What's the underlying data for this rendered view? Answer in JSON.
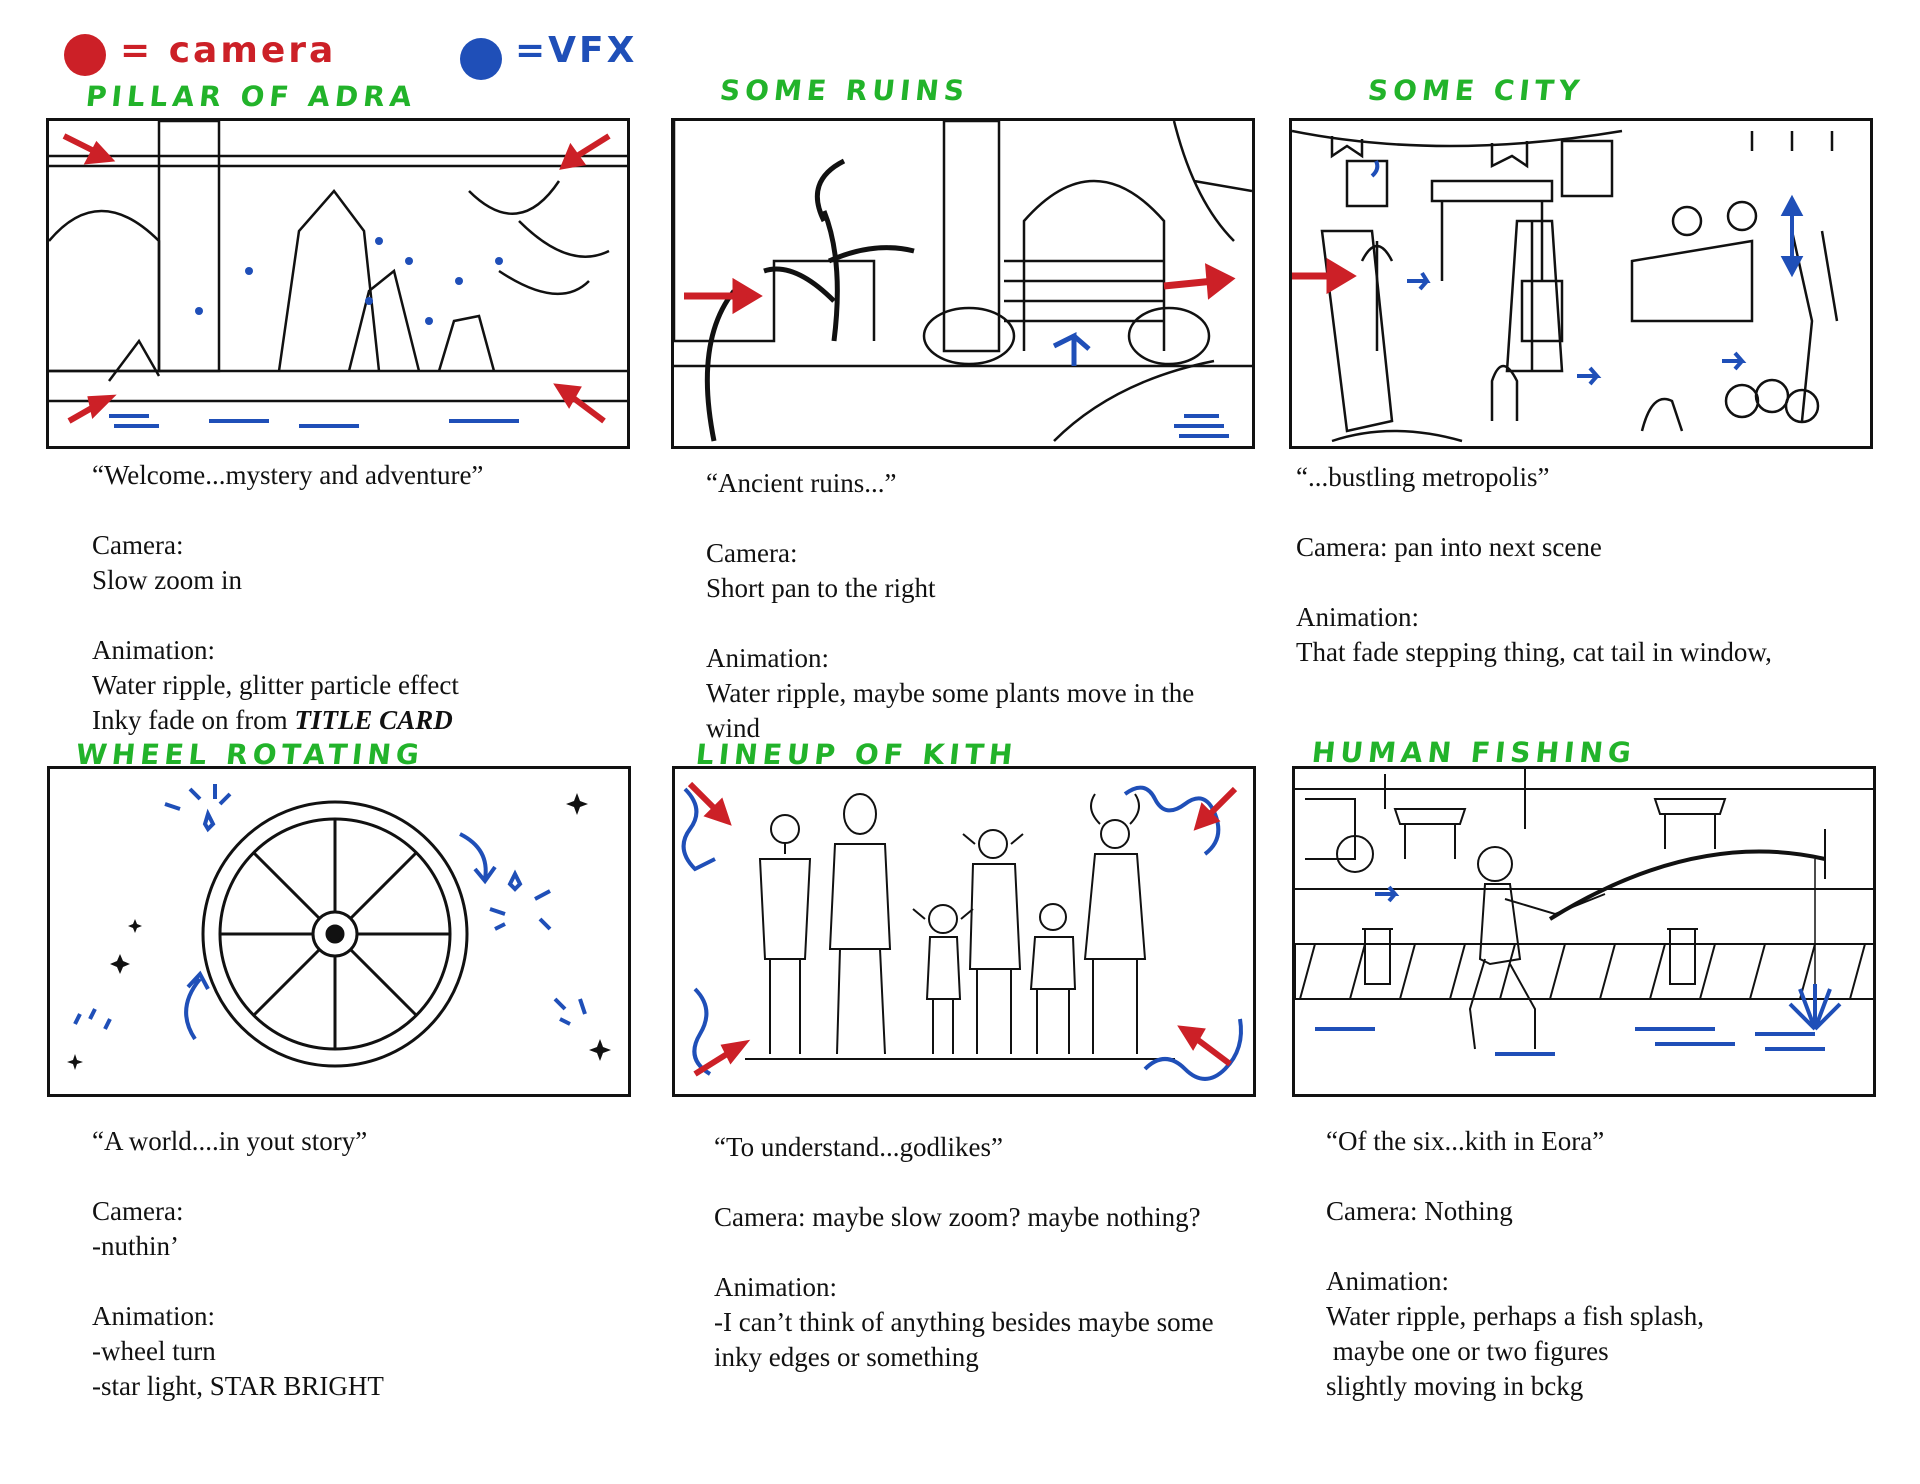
{
  "legend": {
    "camera": {
      "label": "= camera",
      "color": "#cc2027"
    },
    "vfx": {
      "label": "=VFX",
      "color": "#1f4fb8"
    }
  },
  "panels": [
    {
      "title": "PILLAR OF ADRA",
      "quote": "“Welcome...mystery and adventure”",
      "camera_heading": "Camera:",
      "camera_text": "Slow zoom in",
      "animation_heading": "Animation:",
      "animation_lines": [
        "Water ripple, glitter particle effect",
        "Inky fade on from "
      ],
      "animation_emphasis": "TITLE CARD"
    },
    {
      "title": "SOME RUINS",
      "quote": "“Ancient ruins...”",
      "camera_heading": "Camera:",
      "camera_text": "Short pan to the right",
      "animation_heading": "Animation:",
      "animation_lines": [
        "Water ripple, maybe some plants move in the",
        "wind"
      ]
    },
    {
      "title": "SOME CITY",
      "quote": "“...bustling metropolis”",
      "camera_line": "Camera: pan into next scene",
      "animation_heading": "Animation:",
      "animation_lines": [
        "That fade stepping thing, cat tail in window,"
      ]
    },
    {
      "title": "WHEEL ROTATING",
      "quote": "“A world....in yout story”",
      "camera_heading": "Camera:",
      "camera_text": "-nuthin’",
      "animation_heading": "Animation:",
      "animation_lines": [
        "-wheel turn",
        "-star light, STAR BRIGHT"
      ]
    },
    {
      "title": "LINEUP OF KITH",
      "quote": "“To understand...godlikes”",
      "camera_line": "Camera: maybe slow zoom? maybe nothing?",
      "animation_heading": "Animation:",
      "animation_lines": [
        "-I can’t think of anything besides maybe some",
        "inky edges or something"
      ]
    },
    {
      "title": "HUMAN FISHING",
      "quote": "“Of the six...kith in Eora”",
      "camera_line": "Camera: Nothing",
      "animation_heading": "Animation:",
      "animation_lines": [
        "Water ripple, perhaps a fish splash,",
        " maybe one or two figures",
        "slightly moving in bckg"
      ]
    }
  ]
}
